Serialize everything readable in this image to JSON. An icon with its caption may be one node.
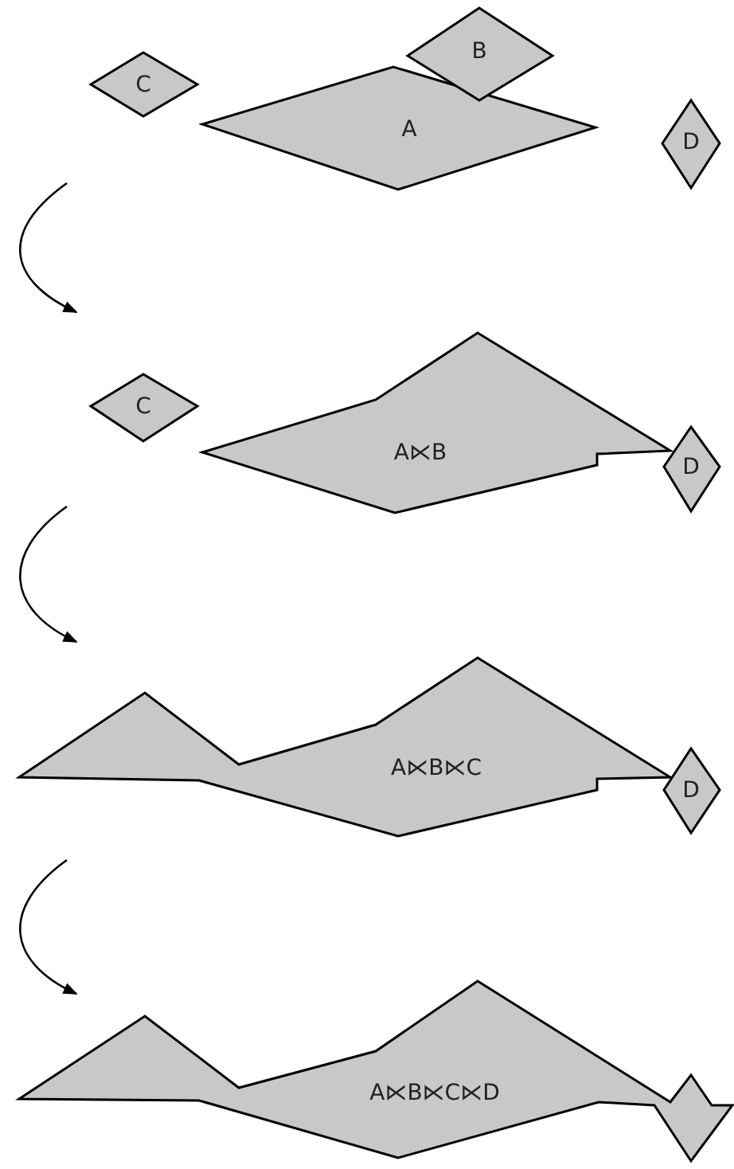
{
  "diagram": {
    "nodes": [
      {
        "text": [
          "C"
        ]
      },
      {
        "text": [
          "B"
        ]
      },
      {
        "text": [
          "A"
        ]
      },
      {
        "text": [
          "D"
        ]
      },
      {
        "text": [
          "C"
        ]
      },
      {
        "text": [
          "A⋉B"
        ]
      },
      {
        "text": [
          "D"
        ]
      },
      {
        "text": [
          "A⋉B⋉C"
        ]
      },
      {
        "text": [
          "D"
        ]
      },
      {
        "text": [
          "A⋉B⋉C⋉D"
        ]
      }
    ]
  }
}
